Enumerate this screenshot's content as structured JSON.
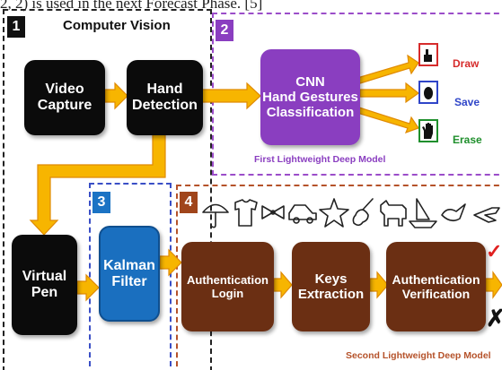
{
  "caption": "2, 2) is used in the next Forecast Phase. [5]",
  "panels": {
    "p1": {
      "number": "1",
      "title": "Computer Vision"
    },
    "p2": {
      "number": "2",
      "subtitle": "First Lightweight Deep Model"
    },
    "p3": {
      "number": "3"
    },
    "p4": {
      "number": "4",
      "subtitle": "Second Lightweight Deep Model"
    }
  },
  "boxes": {
    "video": "Video\nCapture",
    "hand": "Hand\nDetection",
    "cnn": "CNN\nHand Gestures\nClassification",
    "pen": "Virtual\nPen",
    "kalman": "Kalman\nFilter",
    "login": "Authentication\nLogin",
    "keys": "Keys\nExtraction",
    "verify": "Authentication\nVerification"
  },
  "outputs": {
    "draw": "Draw",
    "save": "Save",
    "erase": "Erase"
  },
  "results": {
    "accept": "✓",
    "reject": "✗"
  },
  "colors": {
    "arrow_fill": "#f7b500",
    "arrow_edge": "#e08a00",
    "draw": "#d62b2b",
    "save": "#2f45c8",
    "erase": "#1f8f2c",
    "sub2": "#8a3ec0",
    "sub4": "#b5522a"
  },
  "icons": [
    "umbrella-doodle-icon",
    "shirt-doodle-icon",
    "bowtie-doodle-icon",
    "car-doodle-icon",
    "star-doodle-icon",
    "guitar-doodle-icon",
    "dog-doodle-icon",
    "sailboat-doodle-icon",
    "bird-doodle-icon",
    "airplane-doodle-icon"
  ]
}
